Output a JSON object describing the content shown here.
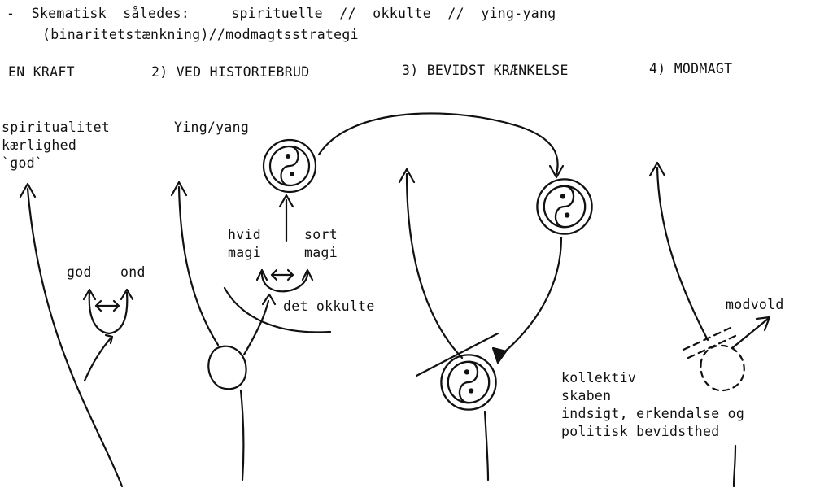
{
  "header": {
    "line1": "-  Skematisk  således:     spirituelle  //  okkulte  //  ying-yang",
    "line2": "(binaritetstænkning)//modmagtsstrategi"
  },
  "stages": [
    {
      "label": "EN KRAFT"
    },
    {
      "label": "2) VED HISTORIEBRUD"
    },
    {
      "label": "3) BEVIDST KRÆNKELSE"
    },
    {
      "label": "4) MODMAGT"
    }
  ],
  "labels": {
    "spiritualitet": "spiritualitet",
    "kaerlighed": "kærlighed",
    "god_quoted": "`god`",
    "yingyang": "Ying/yang",
    "god": "god",
    "ond": "ond",
    "hvid": "hvid",
    "sort": "sort",
    "magi_left": "magi",
    "magi_right": "magi",
    "det_okkulte": "det okkulte",
    "modvold": "modvold",
    "kollektiv": "kollektiv",
    "skaben": "skaben",
    "indsigt": "indsigt, erkendalse og",
    "politisk": "politisk bevidsthed"
  }
}
